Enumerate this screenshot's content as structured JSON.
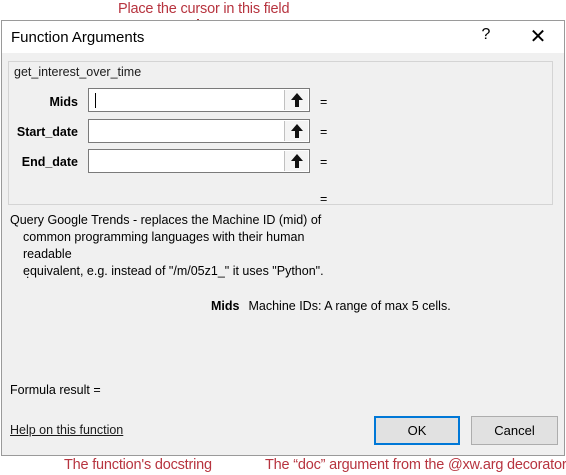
{
  "annotations": {
    "top": "Place the cursor in this field",
    "bottom_left": "The function's docstring",
    "bottom_right": "The “doc” argument from the @xw.arg decorator"
  },
  "dialog": {
    "title": "Function Arguments",
    "help_glyph": "?",
    "close_glyph": "✕",
    "function_name": "get_interest_over_time",
    "args": [
      {
        "label": "Mids",
        "value": "",
        "result": "="
      },
      {
        "label": "Start_date",
        "value": "",
        "result": "="
      },
      {
        "label": "End_date",
        "value": "",
        "result": "="
      }
    ],
    "function_result": "=",
    "docstring_line1": "Query Google Trends - replaces the Machine ID (mid) of",
    "docstring_line2": "common programming languages with their human readable",
    "docstring_line3": "equivalent, e.g. instead of \"/m/05z1_\" it uses \"Python\".",
    "docstring_extra": ".",
    "arg_desc_name": "Mids",
    "arg_desc_text": "Machine IDs: A range of max 5 cells.",
    "formula_result_label": "Formula result =",
    "help_link": "Help on this function",
    "ok_label": "OK",
    "cancel_label": "Cancel"
  },
  "colors": {
    "annotation": "#b7343f",
    "ok_border": "#0078d7",
    "dialog_bg": "#f0f0f0"
  }
}
